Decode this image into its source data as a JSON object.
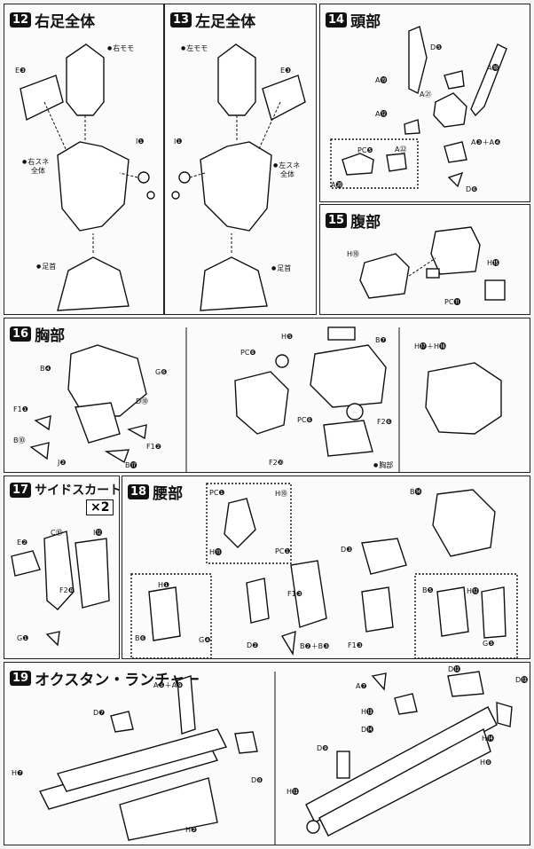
{
  "sections": {
    "s12": {
      "number": "12",
      "title": "右足全体",
      "labels": {
        "e3": "E❸",
        "migimomo": "右モモ",
        "i1": "I❶",
        "migisune": "右スネ",
        "zentai": "全体",
        "sokuon": "足首"
      }
    },
    "s13": {
      "number": "13",
      "title": "左足全体",
      "labels": {
        "hidarimomo": "左モモ",
        "e3": "E❸",
        "i1": "I❶",
        "hidarisune": "左スネ",
        "zentai": "全体",
        "sokuon": "足首"
      }
    },
    "s14": {
      "number": "14",
      "title": "頭部",
      "labels": {
        "d5": "D❺",
        "a19": "A⓳",
        "a12": "A⓬",
        "a18": "A⓲",
        "a21": "A㉑",
        "a3a4": "A❸＋A❹",
        "pc5": "PC❺",
        "a20": "A⓴",
        "a22": "A㉒",
        "d6": "D❻"
      }
    },
    "s15": {
      "number": "15",
      "title": "腹部",
      "labels": {
        "h10": "H⓾",
        "h15": "H⓯",
        "pc11": "PC⓫"
      }
    },
    "s16": {
      "number": "16",
      "title": "胸部",
      "labels": {
        "b4": "B❹",
        "g6": "G❻",
        "d10": "D⓾",
        "f11": "F1❶",
        "b10": "B⓾",
        "j2": "J❷",
        "f12": "F1❷",
        "b17": "B⓱",
        "h5": "H❺",
        "b7": "B❼",
        "pc6": "PC❻",
        "pc6b": "PC❻",
        "f26": "F2❻",
        "f20": "F2❿",
        "kyoubu": "胸部",
        "h17h18": "H⓱＋H⓲"
      }
    },
    "s17": {
      "number": "17",
      "title": "サイドスカート",
      "multiplier": "×2",
      "labels": {
        "c10": "C⓾",
        "i12": "I⓬",
        "e2": "E❷",
        "f28": "F2❽",
        "g1": "G❶"
      }
    },
    "s18": {
      "number": "18",
      "title": "腰部",
      "labels": {
        "pc1": "PC❶",
        "h11": "H⓫",
        "h10": "H⓾",
        "pc1b": "PC❶",
        "b14": "B⓮",
        "d3": "D❸",
        "f13": "F1❸",
        "h1": "H❶",
        "b6": "B❻",
        "g4": "G❹",
        "d2": "D❷",
        "b2b3": "B❷＋B❸",
        "f13b": "F1❸",
        "b5": "B❺",
        "h12": "H⓬",
        "g5": "G❺"
      }
    },
    "s19": {
      "number": "19",
      "title": "オクスタン・ランチャー",
      "labels": {
        "a5a9": "A❺＋A❾",
        "d7": "D❼",
        "h7": "H❼",
        "d8": "D❽",
        "h2": "H❷",
        "a7": "A❼",
        "d13": "D⓭",
        "h13": "H⓭",
        "d12": "D⓬",
        "d14": "D⓮",
        "h14": "H⓮",
        "d9": "D❾",
        "h1b": "H⓭",
        "h8": "H❽"
      }
    }
  }
}
